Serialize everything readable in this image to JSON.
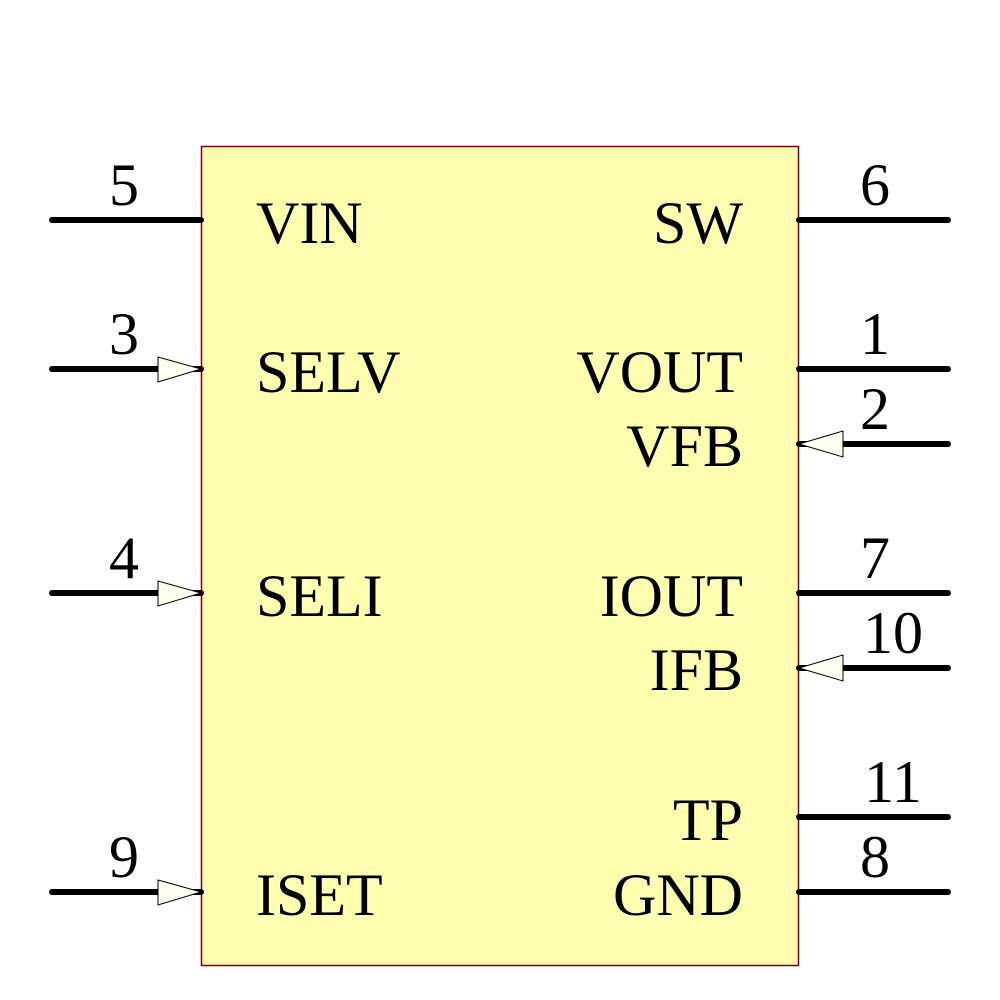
{
  "component": {
    "body_fill": "#ffffb0",
    "body_stroke": "#800000",
    "left_pins": [
      {
        "number": "5",
        "name": "VIN",
        "type": "passive"
      },
      {
        "number": "3",
        "name": "SELV",
        "type": "input"
      },
      {
        "number": "4",
        "name": "SELI",
        "type": "input"
      },
      {
        "number": "9",
        "name": "ISET",
        "type": "input"
      }
    ],
    "right_pins": [
      {
        "number": "6",
        "name": "SW",
        "type": "passive"
      },
      {
        "number": "1",
        "name": "VOUT",
        "type": "passive"
      },
      {
        "number": "2",
        "name": "VFB",
        "type": "input"
      },
      {
        "number": "7",
        "name": "IOUT",
        "type": "passive"
      },
      {
        "number": "10",
        "name": "IFB",
        "type": "input"
      },
      {
        "number": "11",
        "name": "TP",
        "type": "passive"
      },
      {
        "number": "8",
        "name": "GND",
        "type": "passive"
      }
    ]
  }
}
